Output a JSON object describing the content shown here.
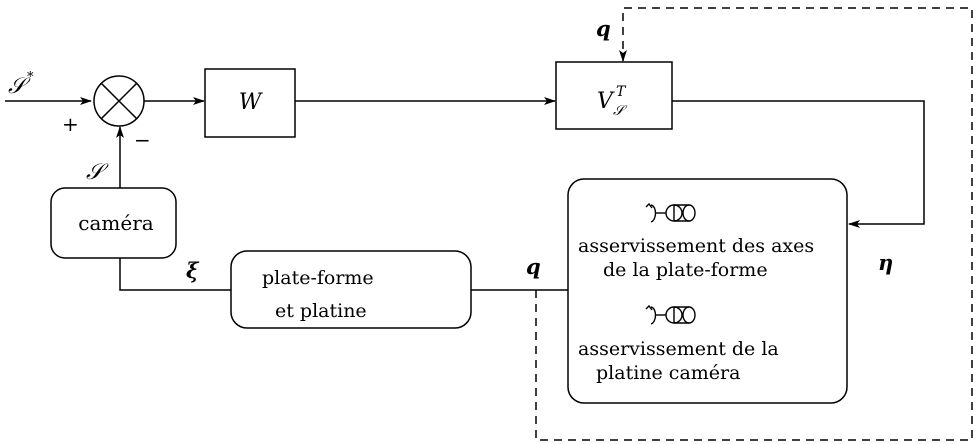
{
  "signals": {
    "s_star": "𝒮",
    "s_star_sup": "*",
    "plus": "+",
    "minus": "−",
    "s": "𝒮",
    "q_top": "q",
    "eta": "η",
    "xi": "ξ",
    "q_mid": "q"
  },
  "blocks": {
    "w": "W",
    "v_base": "V",
    "v_sup": "T",
    "v_sub": "𝒮",
    "camera": "caméra",
    "platform_line1": "plate-forme",
    "platform_line2": "et platine",
    "servo_axes_line1": "asservissement des axes",
    "servo_axes_line2": "de la plate-forme",
    "servo_cam_line1": "asservissement de la",
    "servo_cam_line2": "platine caméra"
  }
}
